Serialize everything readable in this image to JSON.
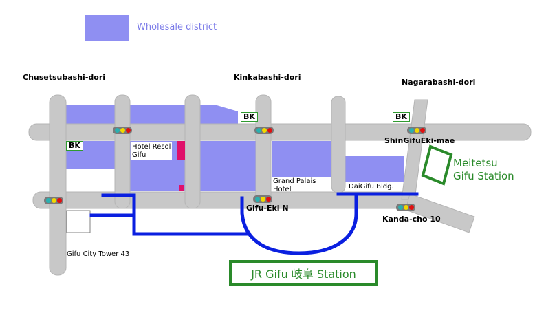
{
  "legend": {
    "label": "Wholesale district",
    "color": "#8f8ff2"
  },
  "streets": {
    "chusetsubashi": "Chusetsubashi-dori",
    "kinkabashi": "Kinkabashi-dori",
    "nagarabashi": "Nagarabashi-dori"
  },
  "intersections": {
    "shingifu": "ShinGifuEki-mae",
    "gifu_eki_n": "Gifu-Eki N",
    "kanda_cho": "Kanda-cho 10"
  },
  "landmarks": {
    "hotel_resol_line1": "Hotel Resol",
    "hotel_resol_line2": "Gifu",
    "grand_palais_line1": "Grand Palais",
    "grand_palais_line2": "Hotel",
    "daigifu": "DaiGifu Bldg.",
    "city_tower": "Gifu City Tower 43"
  },
  "bk_label": "BK",
  "stations": {
    "jr": "JR Gifu 岐阜  Station",
    "meitetsu_line1": "Meitetsu",
    "meitetsu_line2": "Gifu Station"
  },
  "colors": {
    "road": "#c8c8c8",
    "district": "#8f8ff2",
    "route": "#0a1fe0",
    "station": "#2a8a2a",
    "hotel_marker": "#e0106a"
  },
  "icons": {
    "traffic_light": "traffic-light-icon"
  }
}
